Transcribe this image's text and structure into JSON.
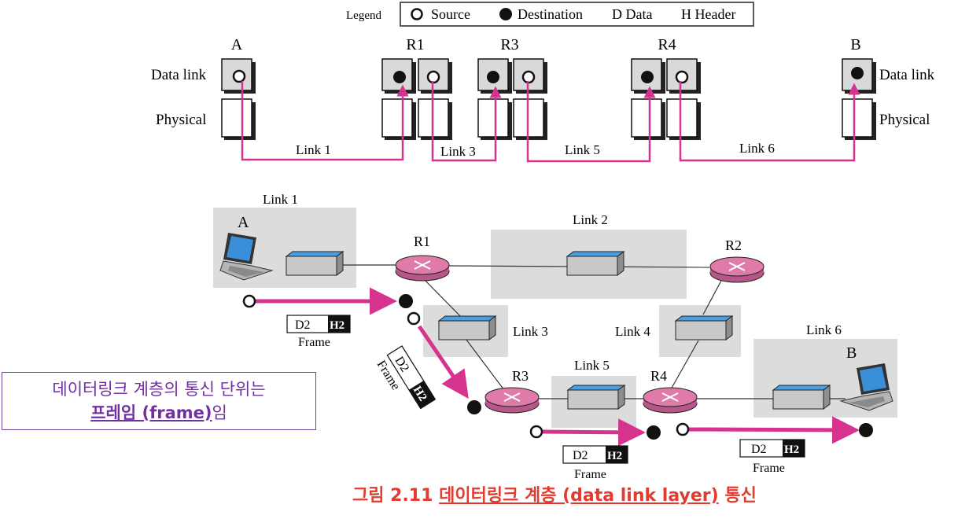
{
  "legend": {
    "title": "Legend",
    "source": "Source",
    "destination": "Destination",
    "data": "D Data",
    "header": "H Header"
  },
  "top": {
    "nodes": [
      "A",
      "R1",
      "R3",
      "R4",
      "B"
    ],
    "layer_data_link": "Data link",
    "layer_physical": "Physical",
    "links": [
      "Link 1",
      "Link 3",
      "Link 5",
      "Link 6"
    ]
  },
  "bottom": {
    "link_labels": [
      "Link 1",
      "Link 2",
      "Link 3",
      "Link 4",
      "Link 5",
      "Link 6"
    ],
    "hosts": [
      "A",
      "B"
    ],
    "routers": [
      "R1",
      "R2",
      "R3",
      "R4"
    ],
    "frame": {
      "data": "D2",
      "header": "H2",
      "label": "Frame"
    }
  },
  "callout": {
    "line1": "데이터링크 계층의 통신 단위는",
    "line2_u": "프레임 (frame)",
    "line2_rest": "임"
  },
  "caption": {
    "prefix": "그림 2.11 ",
    "underlined": "데이터링크 계층 (data link layer)",
    "suffix": " 통신"
  },
  "colors": {
    "link_path": "#d6338f",
    "router": "#e07aa8",
    "switch": "#4a9fe0",
    "panel": "#dcdcdc",
    "callout_text": "#7030a0",
    "caption_text": "#e03c31"
  }
}
